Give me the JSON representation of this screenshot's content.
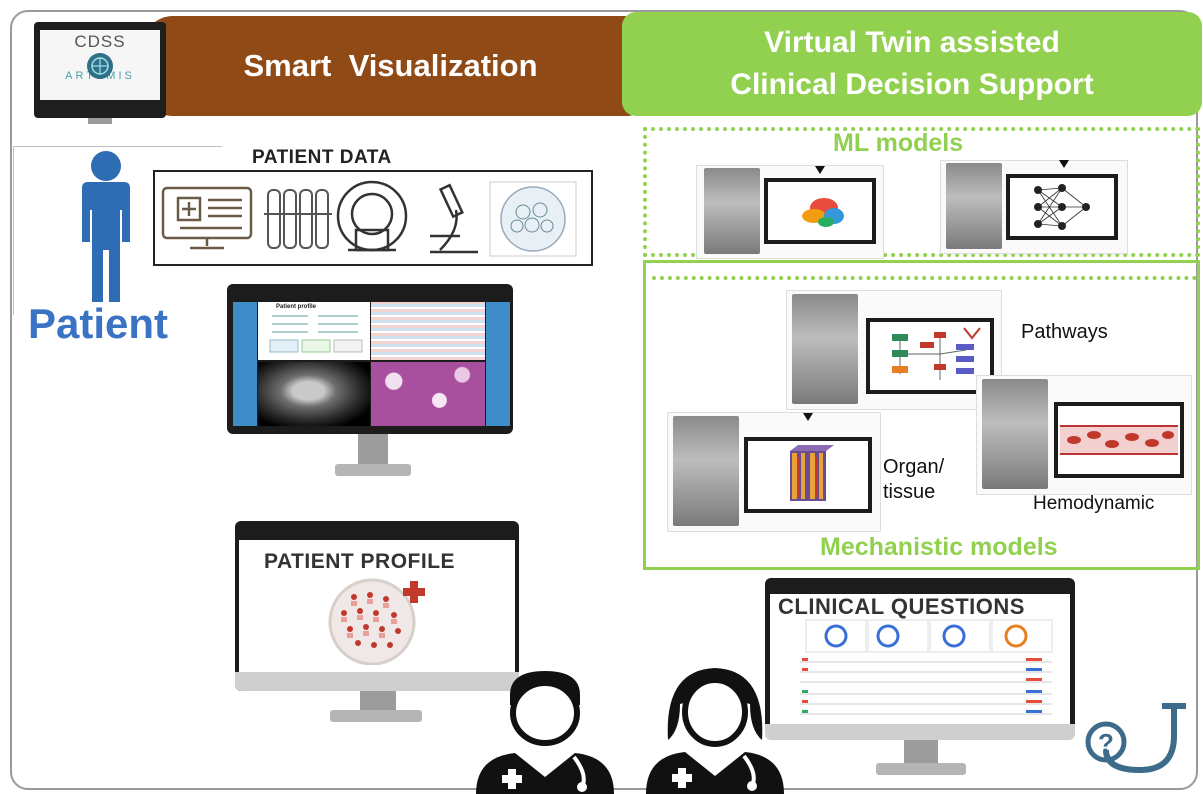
{
  "header": {
    "left_title": "Smart  Visualization",
    "right_title_line1": "Virtual Twin assisted",
    "right_title_line2": "Clinical Decision Support"
  },
  "logo": {
    "line1": "CDSS",
    "line2": "ARTEMIS"
  },
  "patient": {
    "label": "Patient"
  },
  "patient_data": {
    "title": "PATIENT DATA"
  },
  "dashboard": {
    "profile_heading": "Patient profile"
  },
  "ml": {
    "title": "ML models"
  },
  "mechanistic": {
    "title": "Mechanistic models",
    "pathways_label": "Pathways",
    "organ_label_line1": "Organ/",
    "organ_label_line2": "tissue",
    "hemodynamic_label": "Hemodynamic"
  },
  "patient_profile": {
    "title": "PATIENT PROFILE"
  },
  "clinical_questions": {
    "title": "CLINICAL QUESTIONS"
  },
  "colors": {
    "brown": "#8f4a16",
    "green": "#92d050",
    "patient_blue": "#3a72c4",
    "profile_red": "#c0392b"
  },
  "icons": [
    "monitor-record-icon",
    "test-tubes-icon",
    "mri-scanner-icon",
    "microscope-icon",
    "cells-icon",
    "patient-figure-icon",
    "doctor-male-icon",
    "doctor-female-icon",
    "stethoscope-question-icon"
  ]
}
